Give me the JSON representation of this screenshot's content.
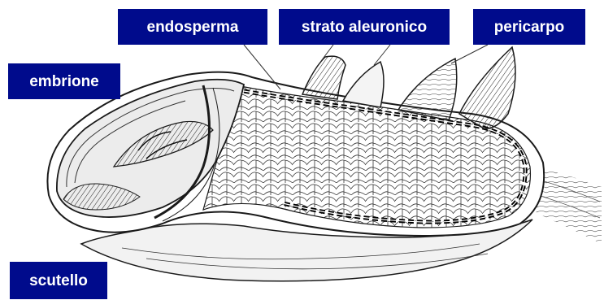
{
  "colors": {
    "label_background": "#000b8c",
    "label_text": "#ffffff",
    "ink": "#1a1a1a"
  },
  "labels": {
    "endosperma": "endosperma",
    "strato_aleuronico": "strato aleuronico",
    "pericarpo": "pericarpo",
    "embrione": "embrione",
    "scutello": "scutello"
  }
}
